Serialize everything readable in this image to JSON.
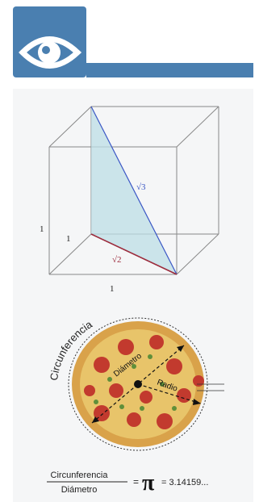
{
  "header": {
    "logo_icon": "eye-icon",
    "accent": "#4a7fb0"
  },
  "cube": {
    "edge_label_left": "1",
    "edge_label_depth": "1",
    "edge_label_bottom": "1",
    "face_diagonal": "√2",
    "space_diagonal": "√3",
    "colors": {
      "face_diagonal": "#9c2b3c",
      "space_diagonal": "#3a56c5",
      "fill": "#bcdde6"
    }
  },
  "circle": {
    "label_circumference": "Circunferencia",
    "label_diameter": "Diámetro",
    "label_radius": "Radio"
  },
  "formula": {
    "numerator": "Circunferencia",
    "denominator": "Diámetro",
    "equals": "=",
    "pi_symbol": "π",
    "value": "= 3.14159..."
  }
}
